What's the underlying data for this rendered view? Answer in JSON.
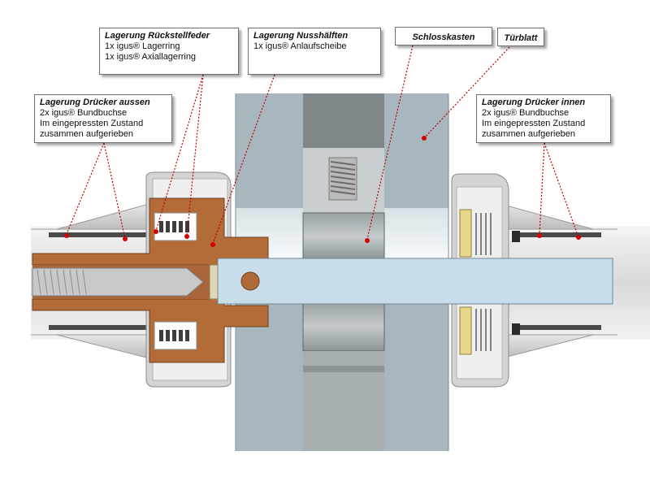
{
  "callouts": {
    "lagerung_drucker_aussen": {
      "title": "Lagerung Drücker aussen",
      "lines": [
        "2x igus® Bundbuchse",
        "Im eingepressten Zustand",
        "zusammen aufgerieben"
      ]
    },
    "lagerung_ruckstellfeder": {
      "title": "Lagerung Rückstellfeder",
      "lines": [
        "1x igus® Lagerring",
        "1x igus® Axiallagerring"
      ]
    },
    "lagerung_nusshalften": {
      "title": "Lagerung Nusshälften",
      "lines": [
        "1x igus® Anlaufscheibe"
      ]
    },
    "schlosskasten": {
      "title": "Schlosskasten"
    },
    "turblatt": {
      "title": "Türblatt"
    },
    "lagerung_drucker_innen": {
      "title": "Lagerung Drücker innen",
      "lines": [
        "2x igus® Bundbuchse",
        "Im eingepressten Zustand",
        "zusammen aufgerieben"
      ]
    }
  },
  "colors": {
    "door_leaf": "#a9b8be",
    "lock_box": "#8f9698",
    "bronze": "#b06a38",
    "spindle": "#c8dcea",
    "housing": "#dcdcdc",
    "marker": "#d40000",
    "brass": "#e8d68a"
  }
}
